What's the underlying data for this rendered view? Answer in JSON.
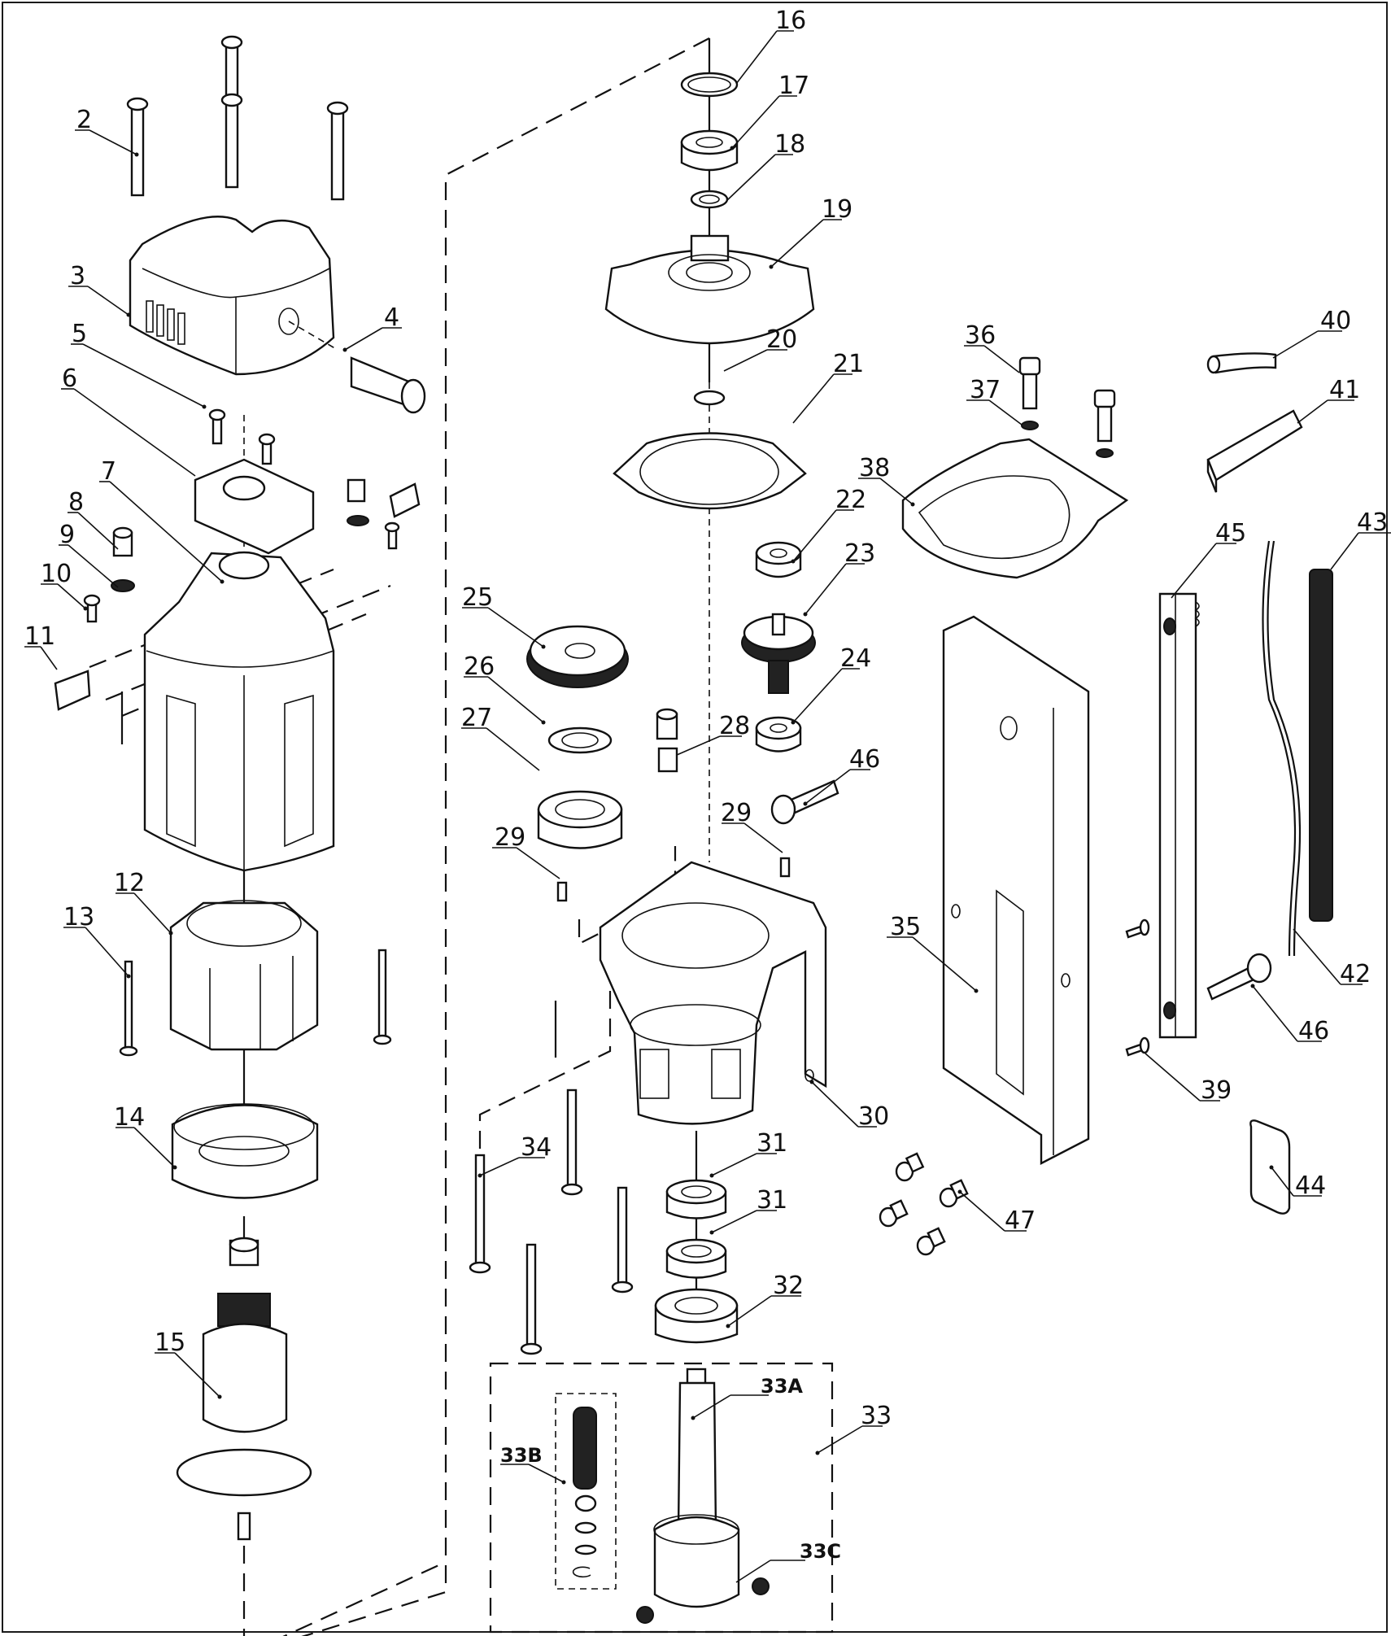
{
  "title": "Exploded parts diagram",
  "callouts": [
    {
      "id": "2"
    },
    {
      "id": "3"
    },
    {
      "id": "4"
    },
    {
      "id": "5"
    },
    {
      "id": "6"
    },
    {
      "id": "7"
    },
    {
      "id": "8"
    },
    {
      "id": "9"
    },
    {
      "id": "10"
    },
    {
      "id": "11"
    },
    {
      "id": "12"
    },
    {
      "id": "13"
    },
    {
      "id": "14"
    },
    {
      "id": "15"
    },
    {
      "id": "16"
    },
    {
      "id": "17"
    },
    {
      "id": "18"
    },
    {
      "id": "19"
    },
    {
      "id": "20"
    },
    {
      "id": "21"
    },
    {
      "id": "22"
    },
    {
      "id": "23"
    },
    {
      "id": "24"
    },
    {
      "id": "25"
    },
    {
      "id": "26"
    },
    {
      "id": "27"
    },
    {
      "id": "28"
    },
    {
      "id": "29"
    },
    {
      "id": "29"
    },
    {
      "id": "30"
    },
    {
      "id": "31"
    },
    {
      "id": "31"
    },
    {
      "id": "32"
    },
    {
      "id": "33"
    },
    {
      "id": "33A"
    },
    {
      "id": "33B"
    },
    {
      "id": "33C"
    },
    {
      "id": "34"
    },
    {
      "id": "35"
    },
    {
      "id": "36"
    },
    {
      "id": "37"
    },
    {
      "id": "38"
    },
    {
      "id": "39"
    },
    {
      "id": "40"
    },
    {
      "id": "41"
    },
    {
      "id": "42"
    },
    {
      "id": "43"
    },
    {
      "id": "44"
    },
    {
      "id": "45"
    },
    {
      "id": "46"
    },
    {
      "id": "46"
    },
    {
      "id": "47"
    }
  ],
  "parts": [
    {
      "ref": "2",
      "icon": "long-screw-icon"
    },
    {
      "ref": "3",
      "icon": "motor-end-cap-icon"
    },
    {
      "ref": "4",
      "icon": "cord-guard-icon"
    },
    {
      "ref": "5",
      "icon": "screw-icon"
    },
    {
      "ref": "6",
      "icon": "brush-holder-plate-icon"
    },
    {
      "ref": "7",
      "icon": "motor-housing-icon"
    },
    {
      "ref": "8",
      "icon": "carbon-brush-icon"
    },
    {
      "ref": "9",
      "icon": "brush-spring-icon"
    },
    {
      "ref": "10",
      "icon": "screw-icon"
    },
    {
      "ref": "11",
      "icon": "brush-holder-icon"
    },
    {
      "ref": "12",
      "icon": "stator-icon"
    },
    {
      "ref": "13",
      "icon": "long-screw-icon"
    },
    {
      "ref": "14",
      "icon": "baffle-ring-icon"
    },
    {
      "ref": "15",
      "icon": "armature-icon"
    },
    {
      "ref": "16",
      "icon": "retaining-ring-icon"
    },
    {
      "ref": "17",
      "icon": "ball-bearing-icon"
    },
    {
      "ref": "18",
      "icon": "seal-ring-icon"
    },
    {
      "ref": "19",
      "icon": "gear-cover-icon"
    },
    {
      "ref": "20",
      "icon": "circlip-icon"
    },
    {
      "ref": "21",
      "icon": "gasket-icon"
    },
    {
      "ref": "22",
      "icon": "ball-bearing-icon"
    },
    {
      "ref": "23",
      "icon": "intermediate-gear-icon"
    },
    {
      "ref": "24",
      "icon": "ball-bearing-icon"
    },
    {
      "ref": "25",
      "icon": "spur-gear-icon"
    },
    {
      "ref": "26",
      "icon": "washer-icon"
    },
    {
      "ref": "27",
      "icon": "ball-bearing-icon"
    },
    {
      "ref": "28",
      "icon": "coolant-fitting-icon"
    },
    {
      "ref": "29",
      "icon": "dowel-pin-icon"
    },
    {
      "ref": "30",
      "icon": "gear-housing-icon"
    },
    {
      "ref": "31",
      "icon": "ball-bearing-icon"
    },
    {
      "ref": "32",
      "icon": "ball-bearing-icon"
    },
    {
      "ref": "33",
      "icon": "spindle-assembly-icon"
    },
    {
      "ref": "33A",
      "icon": "spindle-icon"
    },
    {
      "ref": "33B",
      "icon": "spring-kit-icon"
    },
    {
      "ref": "33C",
      "icon": "set-screw-icon"
    },
    {
      "ref": "34",
      "icon": "long-screw-icon"
    },
    {
      "ref": "35",
      "icon": "mounting-plate-icon"
    },
    {
      "ref": "36",
      "icon": "cap-screw-icon"
    },
    {
      "ref": "37",
      "icon": "washer-icon"
    },
    {
      "ref": "38",
      "icon": "gasket-plate-icon"
    },
    {
      "ref": "39",
      "icon": "screw-icon"
    },
    {
      "ref": "40",
      "icon": "tube-icon"
    },
    {
      "ref": "41",
      "icon": "foam-block-icon"
    },
    {
      "ref": "42",
      "icon": "cable-icon"
    },
    {
      "ref": "43",
      "icon": "coil-spring-icon"
    },
    {
      "ref": "44",
      "icon": "label-plate-icon"
    },
    {
      "ref": "45",
      "icon": "gear-rack-icon"
    },
    {
      "ref": "46",
      "icon": "cap-screw-icon"
    },
    {
      "ref": "47",
      "icon": "button-head-screw-icon"
    }
  ]
}
